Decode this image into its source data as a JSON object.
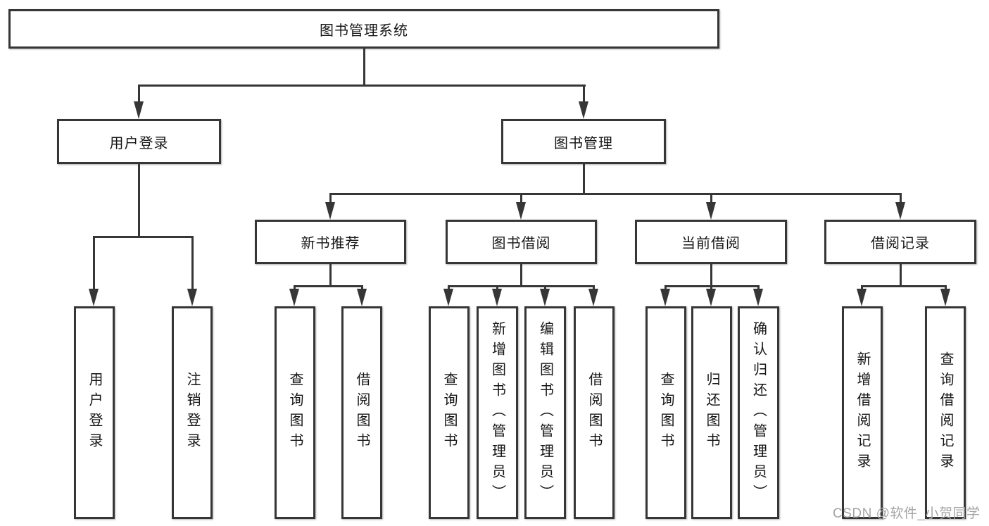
{
  "colors": {
    "line": "#363636",
    "watermark": "#a5a5a5"
  },
  "diagram": {
    "title": "图书管理系统",
    "root": {
      "label": "图书管理系统"
    },
    "level1": [
      {
        "label": "用户登录"
      },
      {
        "label": "图书管理"
      }
    ],
    "level2": [
      {
        "label": "新书推荐",
        "parent": "图书管理"
      },
      {
        "label": "图书借阅",
        "parent": "图书管理"
      },
      {
        "label": "当前借阅",
        "parent": "图书管理"
      },
      {
        "label": "借阅记录",
        "parent": "图书管理"
      }
    ],
    "leaves": [
      {
        "label": "用户登录",
        "parent": "用户登录"
      },
      {
        "label": "注销登录",
        "parent": "用户登录"
      },
      {
        "label": "查询图书",
        "parent": "新书推荐"
      },
      {
        "label": "借阅图书",
        "parent": "新书推荐"
      },
      {
        "label": "查询图书",
        "parent": "图书借阅"
      },
      {
        "label": "新增图书（管理员）",
        "parent": "图书借阅"
      },
      {
        "label": "编辑图书（管理员）",
        "parent": "图书借阅"
      },
      {
        "label": "借阅图书",
        "parent": "图书借阅"
      },
      {
        "label": "查询图书",
        "parent": "当前借阅"
      },
      {
        "label": "归还图书",
        "parent": "当前借阅"
      },
      {
        "label": "确认归还（管理员）",
        "parent": "当前借阅"
      },
      {
        "label": "新增借阅记录",
        "parent": "借阅记录"
      },
      {
        "label": "查询借阅记录",
        "parent": "借阅记录"
      }
    ],
    "watermark": "CSDN @软件_小贺同学"
  }
}
